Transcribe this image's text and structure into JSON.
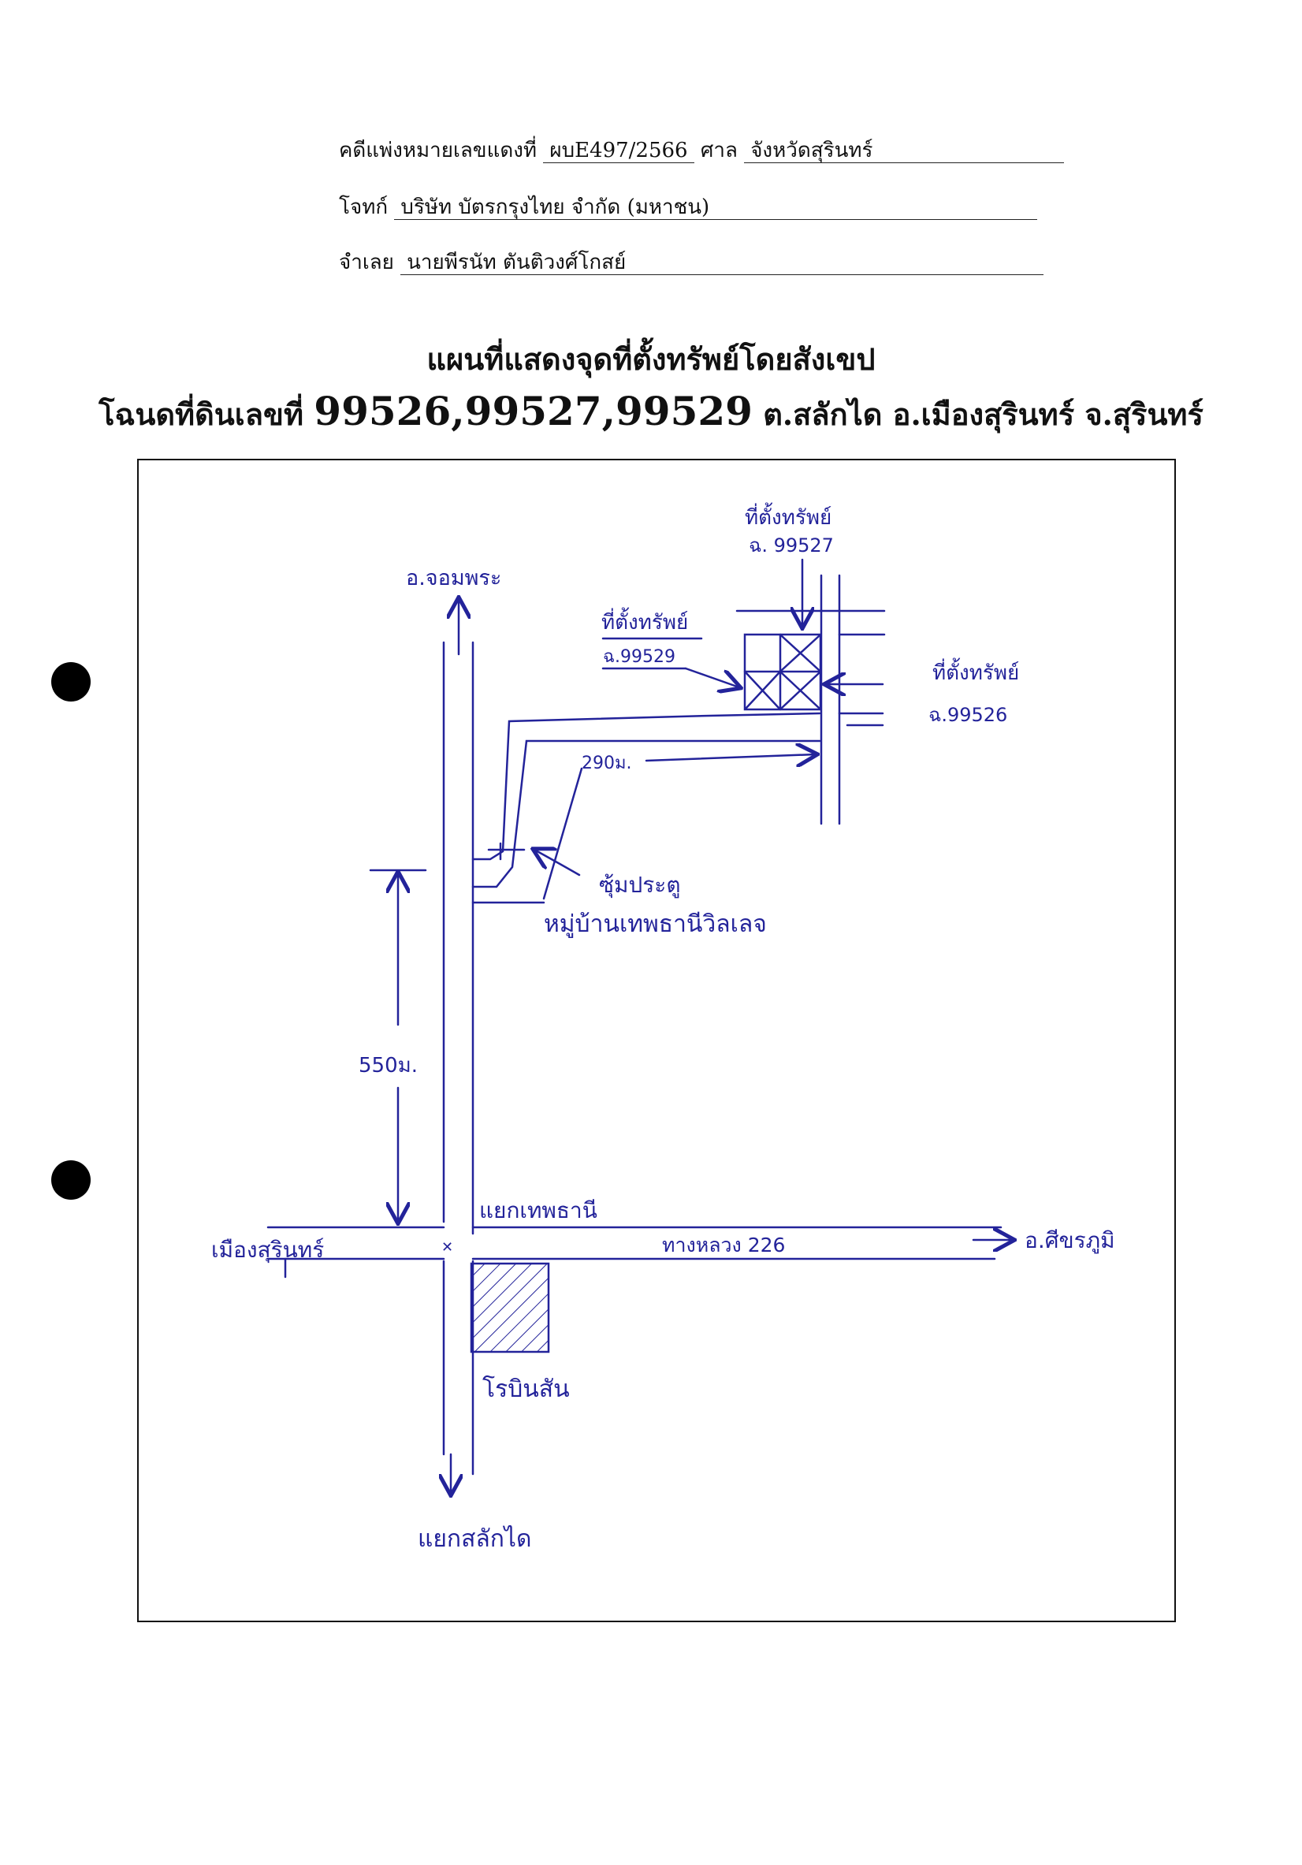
{
  "header": {
    "case_label": "คดีแพ่งหมายเลขแดงที่",
    "case_no": "ผบE497/2566",
    "court_label": "ศาล",
    "court": "จังหวัดสุรินทร์",
    "plaintiff_label": "โจทก์",
    "plaintiff": "บริษัท บัตรกรุงไทย จำกัด (มหาชน)",
    "defendant_label": "จำเลย",
    "defendant": "นายพีรนัท ตันติวงศ์โกสย์"
  },
  "title": {
    "line1": "แผนที่แสดงจุดที่ตั้งทรัพย์โดยสังเขป",
    "line2_prefix": "โฉนดที่ดินเลขที่",
    "deed_numbers": "99526,99527,99529",
    "line2_suffix": "ต.สลักได อ.เมืองสุรินทร์ จ.สุรินทร์"
  },
  "map": {
    "north_dest": "อ.จอมพระ",
    "south_dest": "แยกสลักได",
    "west_dest": "เมืองสุรินทร์",
    "east_dest": "อ.ศีขรภูมิ",
    "junction": "แยกเทพธานี",
    "highway": "ทางหลวง 226",
    "school": "โรบินสัน",
    "village_gate": "ซุ้มประตู",
    "village": "หมู่บ้านเทพธานีวิลเลจ",
    "distance_north": "550ม.",
    "distance_east": "290ม.",
    "asset_label": "ที่ตั้งทรัพย์",
    "deed_99527": "ฉ. 99527",
    "deed_99529": "ฉ.99529",
    "deed_99526": "ฉ.99526"
  },
  "colors": {
    "ink": "#23239a",
    "print": "#111111"
  }
}
